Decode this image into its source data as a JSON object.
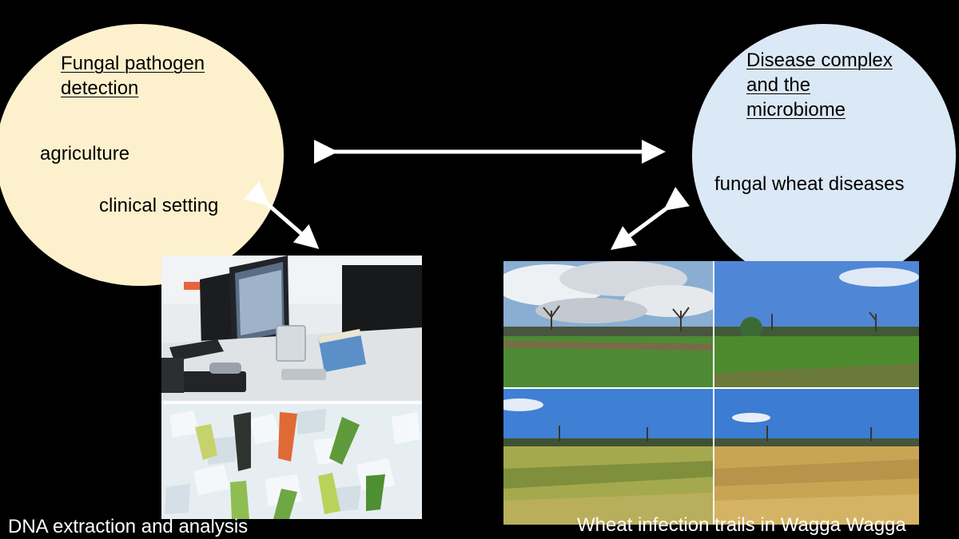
{
  "left_topic": {
    "heading": "Fungal pathogen\ndetection",
    "items": [
      "agriculture",
      "clinical setting"
    ]
  },
  "right_topic": {
    "heading": "Disease complex\nand the\nmicrobiome",
    "items": [
      "fungal wheat diseases"
    ]
  },
  "captions": {
    "left": "DNA extraction and analysis",
    "right": "Wheat infection trails in Wagga Wagga"
  },
  "colors": {
    "background": "#000000",
    "left_circle": "#fdf1cd",
    "right_circle": "#dbe8f5",
    "arrows": "#ffffff"
  }
}
